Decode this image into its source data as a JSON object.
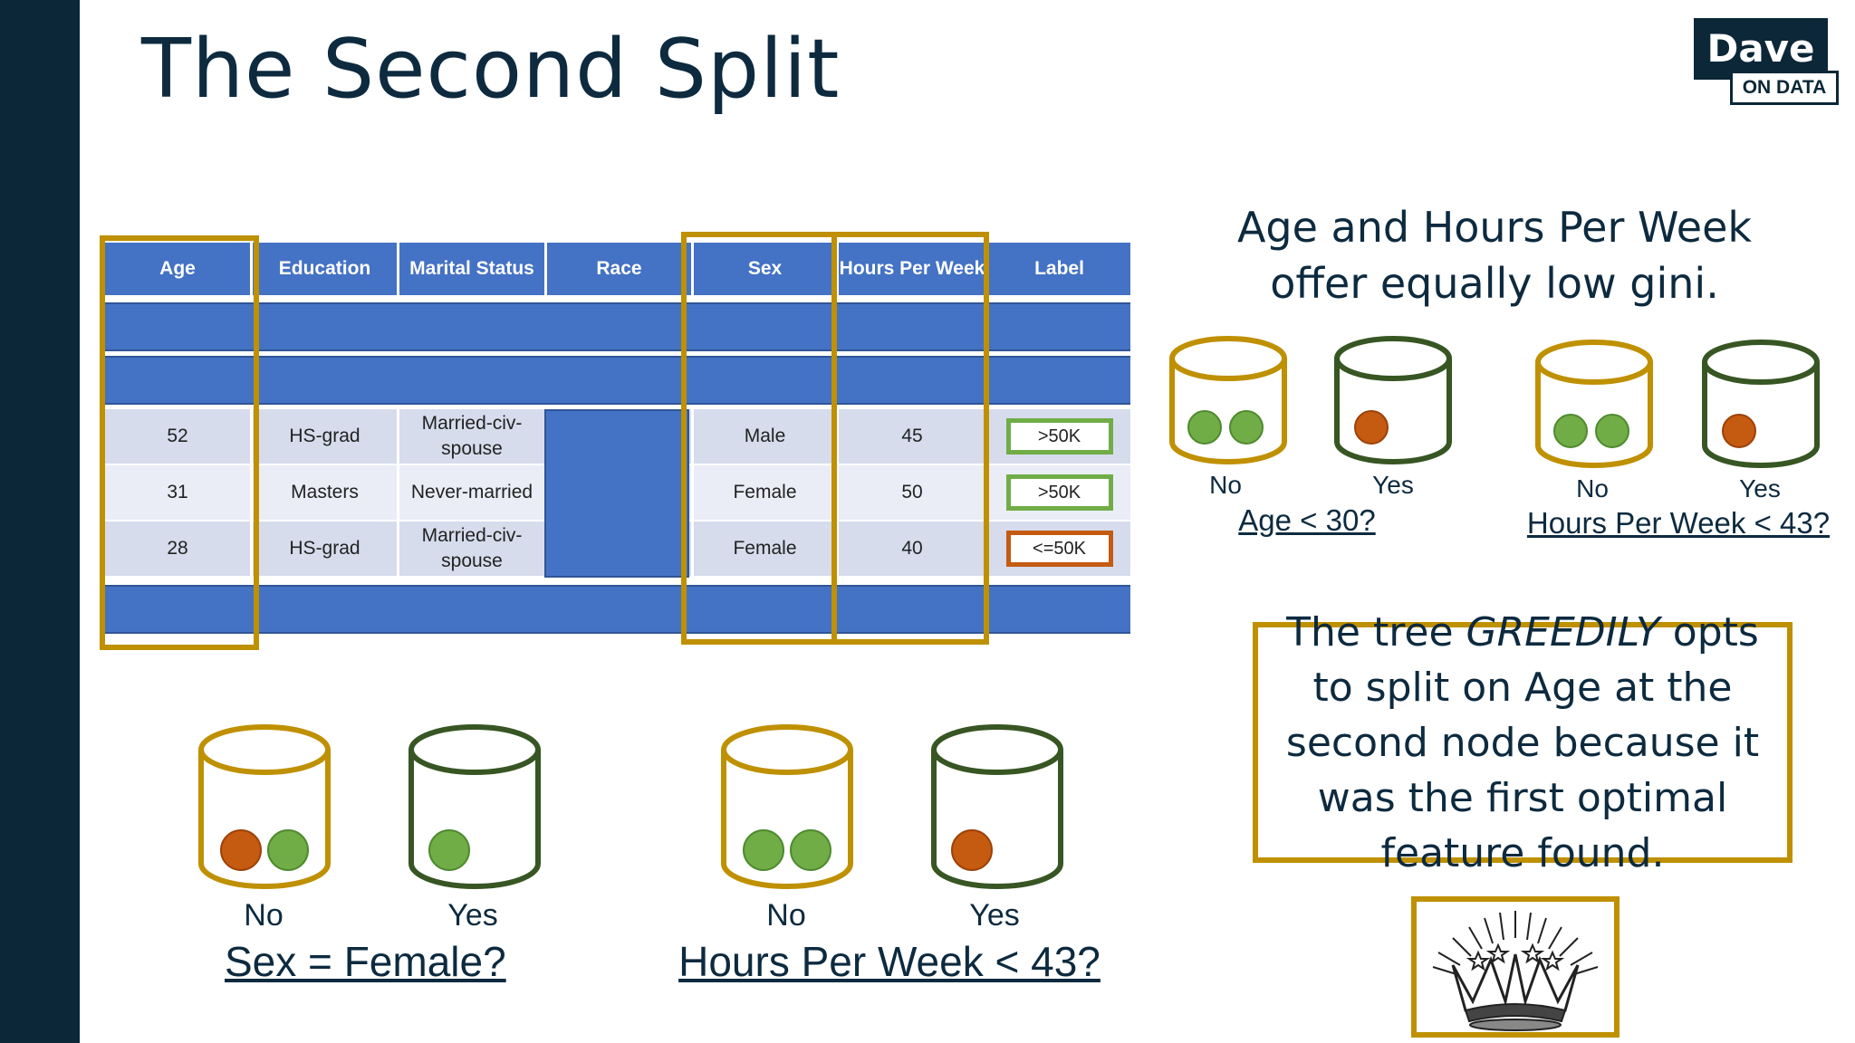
{
  "slide": {
    "title": "The Second Split"
  },
  "logo": {
    "top": "Dave",
    "bottom": "ON DATA"
  },
  "table": {
    "headers": [
      "Age",
      "Education",
      "Marital Status",
      "Race",
      "Sex",
      "Hours Per Week",
      "Label"
    ],
    "rows": [
      {
        "age": "52",
        "education": "HS-grad",
        "marital": "Married-civ-\nspouse",
        "sex": "Male",
        "hours": "45",
        "label": ">50K"
      },
      {
        "age": "31",
        "education": "Masters",
        "marital": "Never-married",
        "sex": "Female",
        "hours": "50",
        "label": ">50K"
      },
      {
        "age": "28",
        "education": "HS-grad",
        "marital": "Married-civ-\nspouse",
        "sex": "Female",
        "hours": "40",
        "label": "<=50K"
      }
    ]
  },
  "right_panel": {
    "heading_line1": "Age and Hours Per Week",
    "heading_line2": "offer equally low gini.",
    "split_age": {
      "no": "No",
      "yes": "Yes",
      "question": "Age < 30?"
    },
    "split_hours": {
      "no": "No",
      "yes": "Yes",
      "question": "Hours Per Week < 43?"
    }
  },
  "bottom_panel": {
    "split_sex": {
      "no": "No",
      "yes": "Yes",
      "question": "Sex = Female?"
    },
    "split_hours": {
      "no": "No",
      "yes": "Yes",
      "question": "Hours Per Week < 43?"
    }
  },
  "note": {
    "before": "The tree ",
    "emphasis": "GREEDILY",
    "after": " opts to split on Age at the second node because it was the first optimal feature found."
  },
  "colors": {
    "gold": "#bf9000",
    "dark_green": "#375623",
    "green_ball": "#70ad47",
    "red_ball": "#c55a11",
    "table_blue": "#4472c4",
    "sidebar": "#0b2738"
  },
  "icons": {
    "crown": "crown-icon",
    "bucket": "bucket-icon"
  }
}
